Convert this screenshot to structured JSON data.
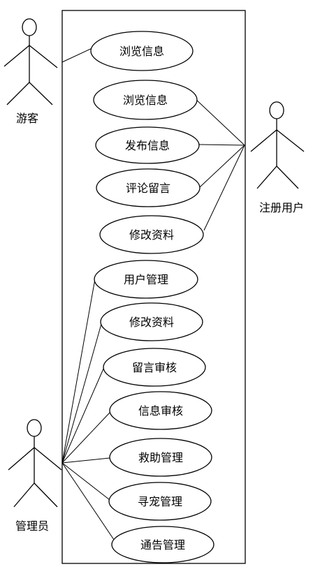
{
  "actors": {
    "guest": "游客",
    "registered_user": "注册用户",
    "admin": "管理员"
  },
  "use_cases": {
    "guest_browse": "浏览信息",
    "user_browse": "浏览信息",
    "user_publish": "发布信息",
    "user_comment": "评论留言",
    "user_edit_profile": "修改资料",
    "admin_user_mgmt": "用户管理",
    "admin_edit_profile": "修改资料",
    "admin_msg_review": "留言审核",
    "admin_info_review": "信息审核",
    "admin_rescue_mgmt": "救助管理",
    "admin_pet_search_mgmt": "寻宠管理",
    "admin_notice_mgmt": "通告管理"
  },
  "colors": {
    "stroke": "#000000",
    "fill": "#ffffff"
  }
}
